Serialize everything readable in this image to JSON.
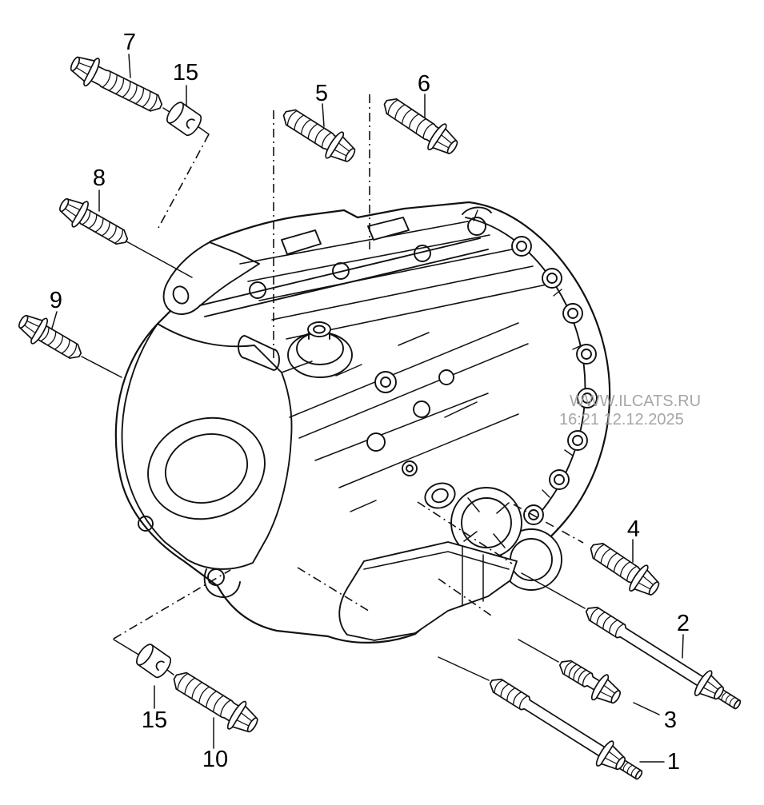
{
  "diagram": {
    "kind": "exploded-fastener-diagram",
    "subject": "manual-gearbox-housing",
    "callouts": [
      {
        "id": "1",
        "label": "1",
        "part": "long-hex-flange-bolt-with-stud"
      },
      {
        "id": "2",
        "label": "2",
        "part": "long-hex-flange-bolt-with-stud"
      },
      {
        "id": "3",
        "label": "3",
        "part": "hex-flange-bolt"
      },
      {
        "id": "4",
        "label": "4",
        "part": "hex-flange-bolt"
      },
      {
        "id": "5",
        "label": "5",
        "part": "hex-flange-bolt"
      },
      {
        "id": "6",
        "label": "6",
        "part": "hex-flange-bolt"
      },
      {
        "id": "7",
        "label": "7",
        "part": "hex-flange-bolt"
      },
      {
        "id": "8",
        "label": "8",
        "part": "hex-flange-bolt"
      },
      {
        "id": "9",
        "label": "9",
        "part": "hex-flange-bolt"
      },
      {
        "id": "10",
        "label": "10",
        "part": "hex-flange-bolt"
      },
      {
        "id": "15a",
        "label": "15",
        "part": "dowel-sleeve"
      },
      {
        "id": "15b",
        "label": "15",
        "part": "dowel-sleeve"
      }
    ]
  },
  "watermark": {
    "site": "WWW.ILCATS.RU",
    "timestamp": "16:21 12.12.2025",
    "color": "#9d9d9d"
  },
  "colors": {
    "line": "#111111",
    "background": "#ffffff",
    "label": "#000000"
  }
}
